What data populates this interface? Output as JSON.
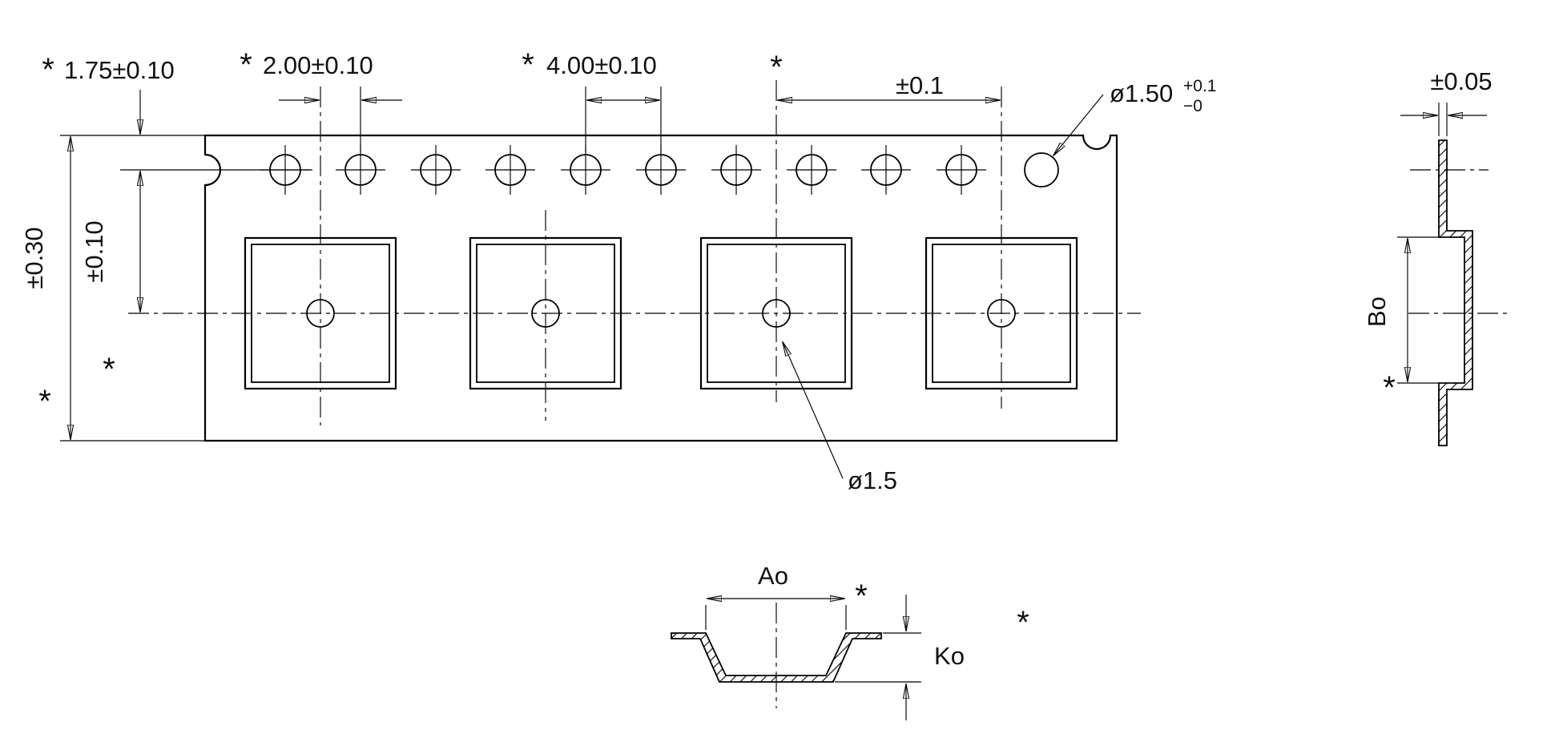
{
  "colors": {
    "background": "#ffffff",
    "ink": "#000000"
  },
  "plan_view": {
    "asterisk": "*",
    "dim_tape_edge_to_sprocket_center": "1.75±0.10",
    "dim_sprocket_to_pocket_center": "2.00±0.10",
    "dim_sprocket_pitch": "4.00±0.10",
    "dim_pocket_pitch_tolerance": "±0.1",
    "dim_sprocket_hole_diameter": "ø1.50",
    "dim_sprocket_hole_tolerance_plus": "+0.1",
    "dim_sprocket_hole_tolerance_minus": "−0",
    "dim_tape_width_tolerance": "±0.30",
    "dim_edge_to_pocket_center_tolerance": "±0.10",
    "dim_pocket_center_hole_diameter": "ø1.5"
  },
  "side_section_view": {
    "asterisk": "*",
    "dim_thickness_tolerance": "±0.05",
    "dim_pocket_width_label": "Bo"
  },
  "front_section_view": {
    "asterisk": "*",
    "dim_pocket_length_label": "Ao",
    "dim_pocket_depth_label": "Ko"
  }
}
